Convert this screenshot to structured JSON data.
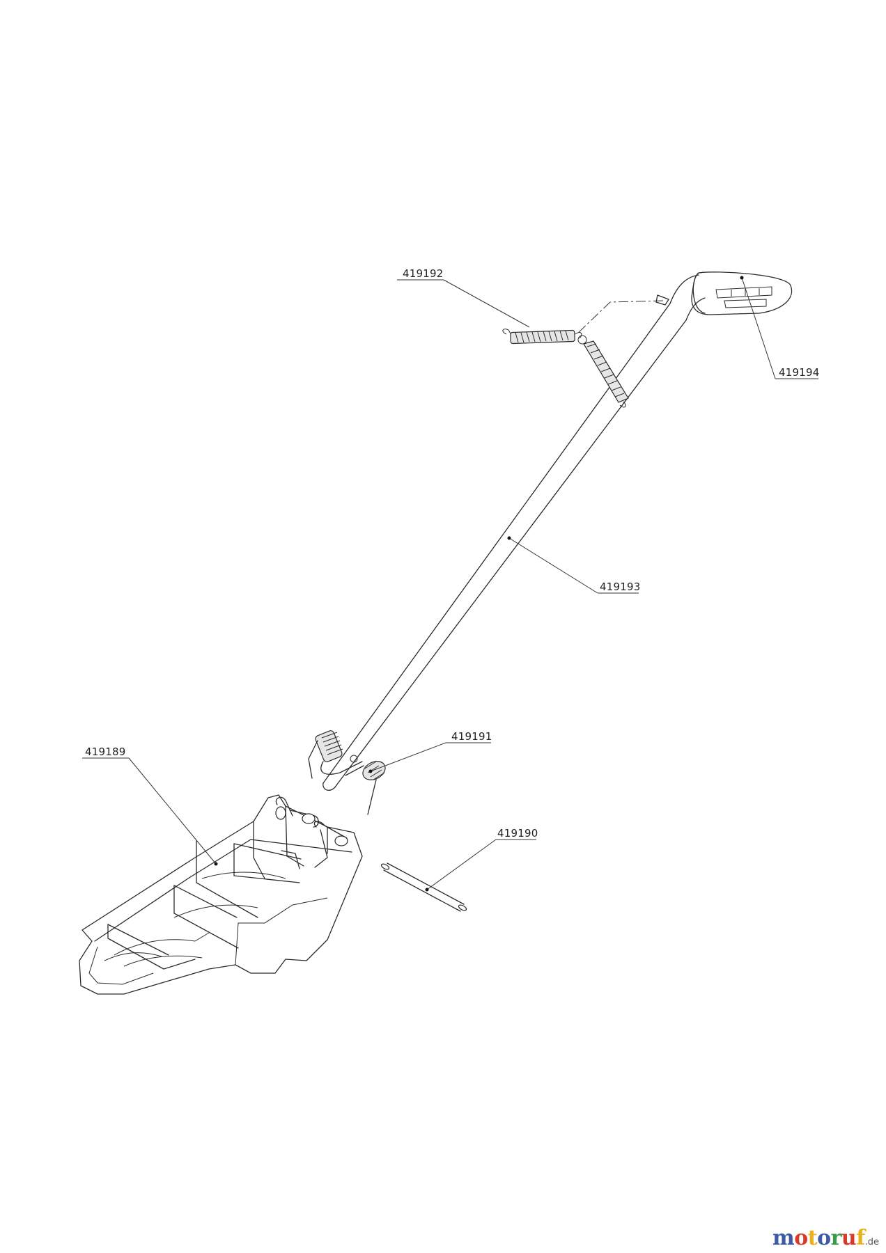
{
  "parts": {
    "p419189": "419189",
    "p419190": "419190",
    "p419191": "419191",
    "p419192": "419192",
    "p419193": "419193",
    "p419194": "419194"
  },
  "watermark": {
    "letters": [
      {
        "ch": "m",
        "color": "#3b5aa8"
      },
      {
        "ch": "o",
        "color": "#d93a2b"
      },
      {
        "ch": "t",
        "color": "#e8b21c"
      },
      {
        "ch": "o",
        "color": "#3b5aa8"
      },
      {
        "ch": "r",
        "color": "#3a9a48"
      },
      {
        "ch": "u",
        "color": "#d93a2b"
      },
      {
        "ch": "f",
        "color": "#e8b21c"
      }
    ],
    "text": "motoruf",
    "suffix": ".de"
  }
}
